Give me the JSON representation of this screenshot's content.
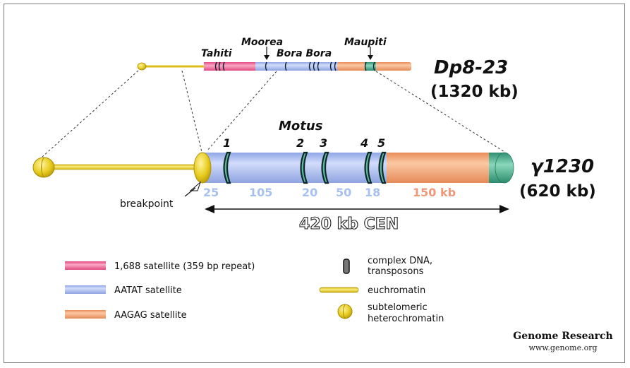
{
  "top_chromosome": {
    "name": "Dp8-23",
    "size": "(1320 kb)",
    "labels": {
      "tahiti": "Tahiti",
      "moorea": "Moorea",
      "bora_bora": "Bora Bora",
      "maupiti": "Maupiti"
    }
  },
  "main_chromosome": {
    "name": "γ1230",
    "size": "(620 kb)",
    "motus_title": "Motus",
    "motu_numbers": [
      "1",
      "2",
      "3",
      "4",
      "5"
    ],
    "segment_sizes": [
      "25",
      "105",
      "20",
      "50",
      "18",
      "150 kb"
    ],
    "breakpoint_label": "breakpoint",
    "cen_label": "420 kb CEN"
  },
  "legend": {
    "items": [
      {
        "label": "1,688 satellite (359 bp repeat)",
        "color": "#ee5f8f"
      },
      {
        "label": "AATAT satellite",
        "color": "#9eb4f0"
      },
      {
        "label": "AAGAG satellite",
        "color": "#f0a070"
      },
      {
        "label": "complex DNA,",
        "label2": "transposons",
        "color": "#555555"
      },
      {
        "label": "euchromatin",
        "color": "#e8d22a"
      },
      {
        "label": "subtelomeric",
        "label2": "heterochromatin",
        "color": "#e8d22a"
      }
    ]
  },
  "credit": {
    "title": "Genome Research",
    "url": "www.genome.org"
  },
  "colors": {
    "pink": "#ee5f8f",
    "blue": "#a6bbf2",
    "orange": "#f0a070",
    "teal": "#3fa88a",
    "yellow": "#e8d22a",
    "light_blue_text": "#a8c0f0",
    "orange_text": "#f09878"
  }
}
